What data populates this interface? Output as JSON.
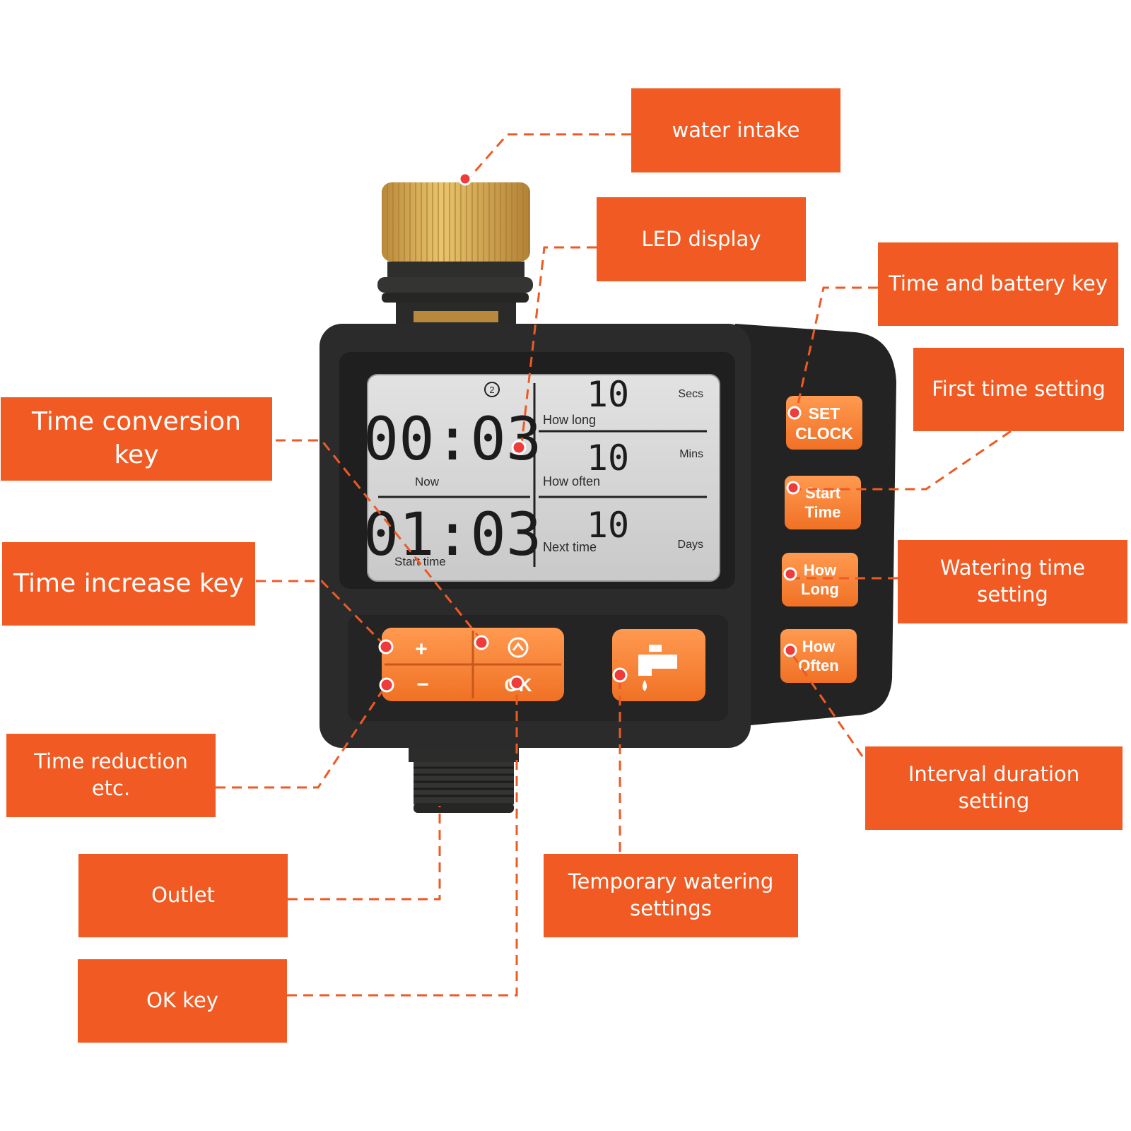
{
  "colors": {
    "accent": "#f15a22",
    "button_orange": "#f7843a",
    "body": "#2b2b2b",
    "lcd": "#d4d4d4",
    "brass": "#d7aa4e",
    "marker": "#ee3b3b"
  },
  "callouts": {
    "water_intake": "water intake",
    "led_display": "LED display",
    "time_battery_key": "Time and battery key",
    "first_time_setting": "First time setting",
    "time_conversion_key": "Time conversion key",
    "time_increase_key": "Time increase key",
    "watering_time_setting": "Watering time setting",
    "time_reduction": "Time reduction etc.",
    "interval_duration_setting": "Interval duration setting",
    "outlet": "Outlet",
    "temporary_watering_line1": "Temporary watering",
    "temporary_watering_line2": "settings",
    "ok_key": "OK key"
  },
  "lcd": {
    "program_number": "2",
    "now_time": "00:03",
    "now_label": "Now",
    "start_time": "01:03",
    "start_label": "Start time",
    "how_long_value": "10",
    "how_long_label": "How long",
    "how_long_unit": "Secs",
    "how_often_value": "10",
    "how_often_label": "How often",
    "how_often_unit": "Mins",
    "next_time_value": "10",
    "next_time_label": "Next time",
    "next_time_unit": "Days"
  },
  "buttons": {
    "set_clock_line1": "SET",
    "set_clock_line2": "CLOCK",
    "start_time_line1": "Start",
    "start_time_line2": "Time",
    "how_long_line1": "How",
    "how_long_line2": "Long",
    "how_often_line1": "How",
    "how_often_line2": "Often",
    "plus": "+",
    "minus": "−",
    "ok": "OK"
  }
}
